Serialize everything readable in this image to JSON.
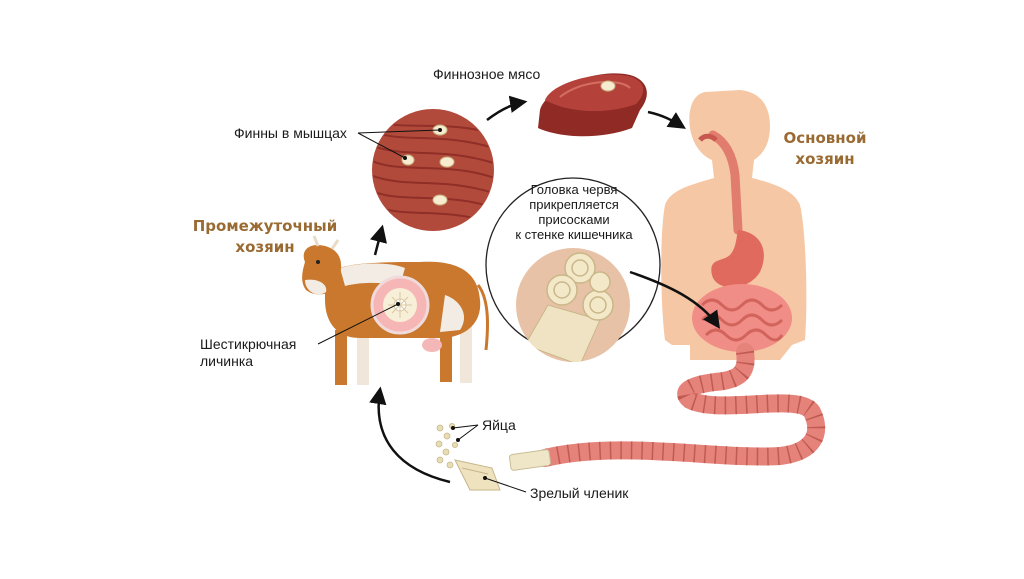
{
  "labels": {
    "finnoe_meat": "Финнозное мясо",
    "finns_in_muscles": "Финны в мышцах",
    "intermediate_host_line1": "Промежуточный",
    "intermediate_host_line2": "хозяин",
    "main_host_line1": "Основной",
    "main_host_line2": "хозяин",
    "head_attach_line1": "Головка червя",
    "head_attach_line2": "прикрепляется",
    "head_attach_line3": "присосками",
    "head_attach_line4": "к стенке кишечника",
    "larva_line1": "Шестикрючная",
    "larva_line2": "личинка",
    "eggs": "Яйца",
    "mature_segment": "Зрелый членик"
  },
  "colors": {
    "host_label": "#9a6a33",
    "meat": "#a63a32",
    "muscle": "#b24a3c",
    "skin": "#f6c7a4",
    "intestine": "#e7817a",
    "cow_body": "#c9782e",
    "arrow": "#111111"
  },
  "icons": [
    "cow",
    "muscle-circle",
    "meat-piece",
    "human-body",
    "worm-head-circle",
    "tapeworm",
    "eggs",
    "segment"
  ]
}
